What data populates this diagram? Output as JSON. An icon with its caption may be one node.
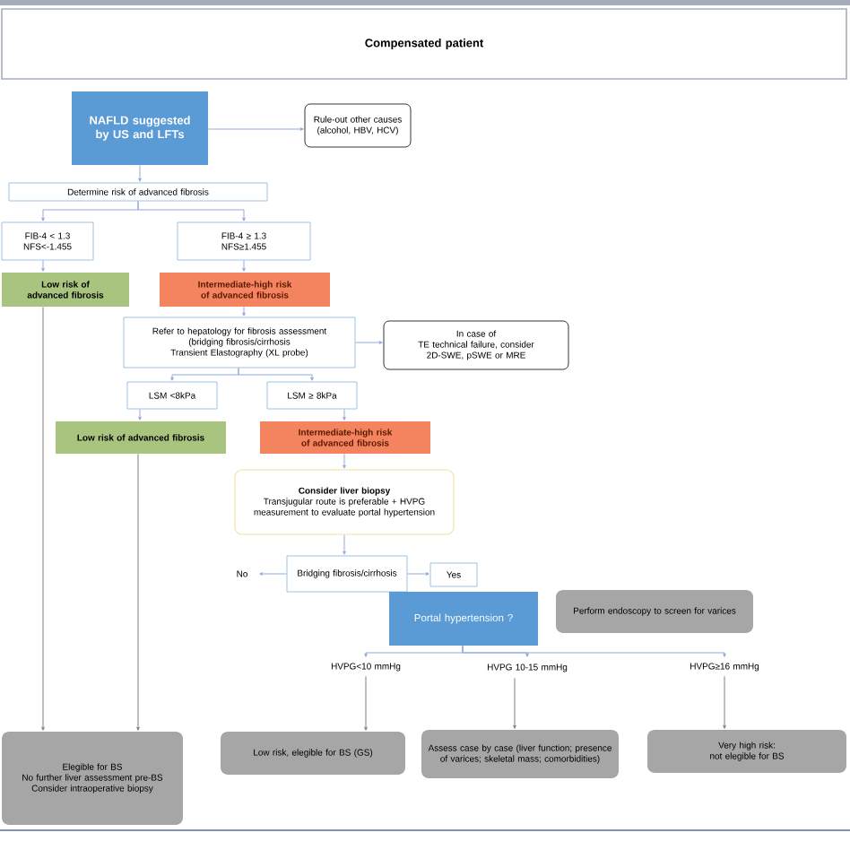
{
  "diagram": {
    "nodes": [
      {
        "text": [
          "Compensated patient"
        ]
      },
      {
        "text": [
          "NAFLD suggested by US and LFTs"
        ]
      },
      {
        "text": [
          "Rule-out other causes (alcohol, HBV, HCV)"
        ]
      },
      {
        "text": [
          "Determine risk of advanced fibrosis"
        ]
      },
      {
        "text": [
          "FIB-4 < 1.3",
          "NFS<-1.455"
        ]
      },
      {
        "text": [
          "FIB-4 ≥ 1.3",
          "NFS≥1.455"
        ]
      },
      {
        "text": [
          "Low risk of advanced fibrosis"
        ]
      },
      {
        "text": [
          "Intermediate-high risk of advanced fibrosis"
        ]
      },
      {
        "text": [
          "Refer to hepatology for fibrosis assessment",
          "(bridging fibrosis/cirrhosis",
          "Transient Elastography (XL probe)"
        ]
      },
      {
        "text": [
          "In case of",
          "TE technical failure, consider 2D-SWE, pSWE or MRE"
        ]
      },
      {
        "text": [
          "LSM <8kPa"
        ]
      },
      {
        "text": [
          "LSM ≥ 8kPa"
        ]
      },
      {
        "text": [
          "Low risk of advanced fibrosis"
        ]
      },
      {
        "text": [
          "Intermediate-high risk of advanced fibrosis"
        ]
      },
      {
        "text": [
          "Consider liver biopsy",
          "Transjugular route is preferable + HVPG measurement to evaluate portal hypertension"
        ]
      },
      {
        "text": [
          "No"
        ]
      },
      {
        "text": [
          "Bridging fibrosis/cirrhosis"
        ]
      },
      {
        "text": [
          "Yes"
        ]
      },
      {
        "text": [
          "Portal hypertension ?"
        ]
      },
      {
        "text": [
          "Perform endoscopy to screen for varices"
        ]
      },
      {
        "text": [
          "HVPG<10 mmHg"
        ]
      },
      {
        "text": [
          "HVPG 10-15 mmHg"
        ]
      },
      {
        "text": [
          "HVPG≥16 mmHg"
        ]
      },
      {
        "text": [
          "Elegible for BS",
          "No further liver assessment pre-BS",
          "Consider intraoperative biopsy"
        ]
      },
      {
        "text": [
          "Low risk, elegible for BS (GS)"
        ]
      },
      {
        "text": [
          "Assess case by case (liver function; presence of varices; skeletal mass; comorbidities)"
        ]
      },
      {
        "text": [
          "Very high risk:",
          "not elegible for BS"
        ]
      }
    ],
    "edges": [
      {
        "from": 1,
        "to": 2,
        "arrow": "to"
      },
      {
        "from": 1,
        "to": 3,
        "arrow": "to"
      },
      {
        "from": 3,
        "to": 4,
        "arrow": "to"
      },
      {
        "from": 3,
        "to": 5,
        "arrow": "to"
      },
      {
        "from": 4,
        "to": 6,
        "arrow": "to"
      },
      {
        "from": 5,
        "to": 7,
        "arrow": "to"
      },
      {
        "from": 7,
        "to": 8,
        "arrow": "to"
      },
      {
        "from": 8,
        "to": 9,
        "arrow": "to"
      },
      {
        "from": 8,
        "to": 10,
        "arrow": "to"
      },
      {
        "from": 8,
        "to": 11,
        "arrow": "to"
      },
      {
        "from": 10,
        "to": 12,
        "arrow": "to"
      },
      {
        "from": 11,
        "to": 13,
        "arrow": "to"
      },
      {
        "from": 13,
        "to": 14,
        "arrow": "to"
      },
      {
        "from": 14,
        "to": 16,
        "arrow": "to"
      },
      {
        "from": 16,
        "to": 15,
        "arrow": "to"
      },
      {
        "from": 16,
        "to": 17,
        "arrow": "to"
      },
      {
        "from": 18,
        "to": 20,
        "arrow": "to"
      },
      {
        "from": 18,
        "to": 21,
        "arrow": "to"
      },
      {
        "from": 18,
        "to": 22,
        "arrow": "to"
      },
      {
        "from": 20,
        "to": 24,
        "arrow": "to",
        "color": "#7f7f7f"
      },
      {
        "from": 21,
        "to": 25,
        "arrow": "to",
        "color": "#7f7f7f"
      },
      {
        "from": 22,
        "to": 26,
        "arrow": "to",
        "color": "#7f7f7f"
      },
      {
        "from": 6,
        "to": 23,
        "arrow": "to",
        "color": "#7f7f7f"
      },
      {
        "from": 12,
        "to": 23,
        "arrow": "to",
        "color": "#7f7f7f"
      }
    ]
  }
}
